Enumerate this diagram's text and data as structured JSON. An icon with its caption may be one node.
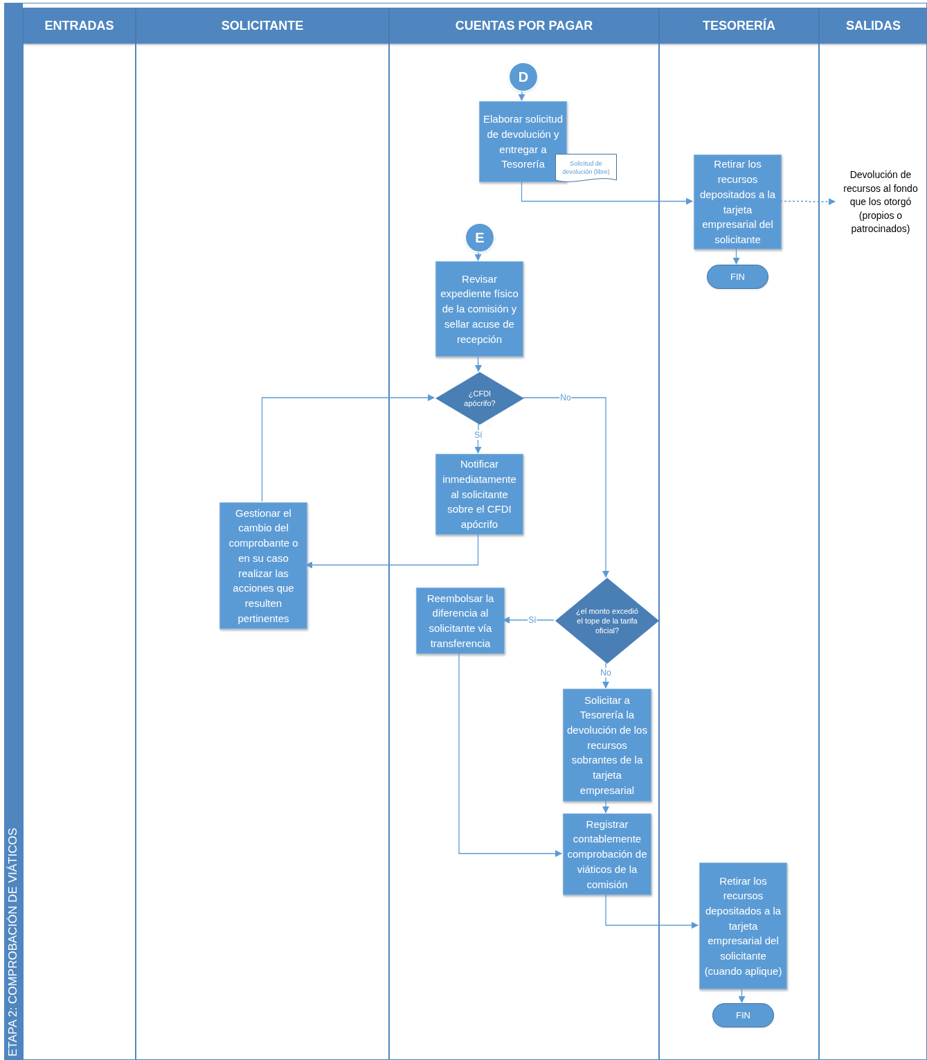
{
  "diagram": {
    "nodes": [
      {
        "text": [
          "ETAPA 2: COMPROBACIÓN DE VIÁTICOS"
        ]
      },
      {
        "text": [
          "ENTRADAS"
        ],
        "in": 0
      },
      {
        "text": [
          "SOLICITANTE"
        ],
        "in": 0
      },
      {
        "text": [
          "CUENTAS POR PAGAR"
        ],
        "in": 0
      },
      {
        "text": [
          "TESORERÍA"
        ],
        "in": 0
      },
      {
        "text": [
          "SALIDAS"
        ],
        "in": 0
      },
      {
        "text": [
          "D"
        ],
        "in": 3
      },
      {
        "text": [
          "Elaborar solicitud de devolución y entregar a Tesorería"
        ],
        "in": 3
      },
      {
        "text": [
          "Solicitud de devolución (libre)"
        ],
        "in": 3
      },
      {
        "text": [
          "Retirar los recursos depositados a la tarjeta empresarial del solicitante"
        ],
        "in": 4
      },
      {
        "text": [
          "FIN"
        ],
        "in": 4
      },
      {
        "text": [
          "Devolución de recursos al fondo que los otorgó (propios o patrocinados)"
        ],
        "in": 5
      },
      {
        "text": [
          "E"
        ],
        "in": 3
      },
      {
        "text": [
          "Revisar expediente físico de la comisión y sellar acuse de recepción"
        ],
        "in": 3
      },
      {
        "text": [
          "¿CFDI apócrifo?"
        ],
        "in": 3
      },
      {
        "text": [
          "Notificar inmediatamente al solicitante sobre el CFDI apócrifo"
        ],
        "in": 3
      },
      {
        "text": [
          "Gestionar el cambio del comprobante o en su caso realizar las acciones que resulten pertinentes"
        ],
        "in": 2
      },
      {
        "text": [
          "¿el monto excedió el tope de la tarifa oficial?"
        ],
        "in": 3
      },
      {
        "text": [
          "Reembolsar la diferencia al solicitante vía transferencia"
        ],
        "in": 3
      },
      {
        "text": [
          "Solicitar a Tesorería la devolución de los recursos sobrantes de la tarjeta empresarial"
        ],
        "in": 3
      },
      {
        "text": [
          "Registrar contablemente comprobación de viáticos de la comisión"
        ],
        "in": 3
      },
      {
        "text": [
          "Retirar los recursos depositados a la tarjeta empresarial del solicitante (cuando aplique)"
        ],
        "in": 4
      },
      {
        "text": [
          "FIN"
        ],
        "in": 4
      }
    ],
    "edges": [
      {
        "from": 6,
        "to": 7,
        "arrow": "to"
      },
      {
        "from": 7,
        "to": 9,
        "arrow": "to"
      },
      {
        "from": 9,
        "to": 11,
        "arrow": "to",
        "style": "dashed"
      },
      {
        "from": 9,
        "to": 10,
        "arrow": "to"
      },
      {
        "from": 12,
        "to": 13,
        "arrow": "to"
      },
      {
        "from": 13,
        "to": 14,
        "arrow": "to"
      },
      {
        "from": 14,
        "to": 15,
        "arrow": "to",
        "label": "Sí"
      },
      {
        "from": 14,
        "to": 17,
        "arrow": "to",
        "label": "No"
      },
      {
        "from": 15,
        "to": 16,
        "arrow": "to"
      },
      {
        "from": 16,
        "to": 14,
        "arrow": "to"
      },
      {
        "from": 17,
        "to": 18,
        "arrow": "to",
        "label": "Sí"
      },
      {
        "from": 17,
        "to": 19,
        "arrow": "to",
        "label": "No"
      },
      {
        "from": 19,
        "to": 20,
        "arrow": "to"
      },
      {
        "from": 18,
        "to": 20,
        "arrow": "to"
      },
      {
        "from": 20,
        "to": 21,
        "arrow": "to"
      },
      {
        "from": 21,
        "to": 22,
        "arrow": "to"
      }
    ]
  }
}
